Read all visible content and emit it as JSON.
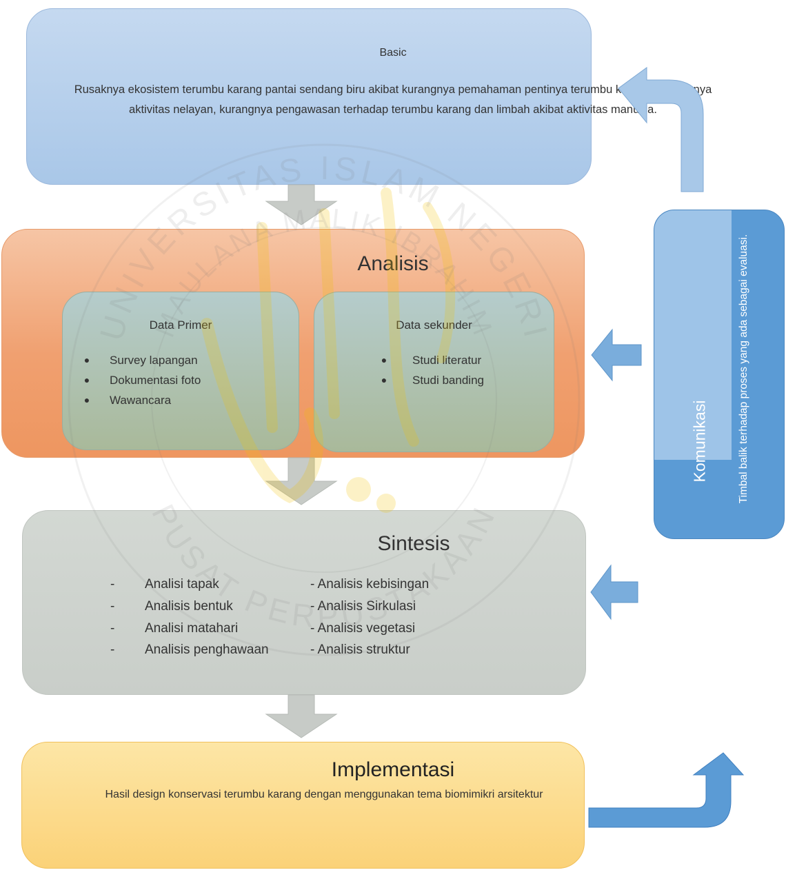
{
  "basic": {
    "title": "Basic",
    "description": "Rusaknya ekosistem terumbu karang pantai sendang biru akibat kurangnya pemahaman pentinya terumbu karang, banyaknya aktivitas nelayan, kurangnya pengawasan terhadap terumbu karang dan limbah akibat aktivitas manusia."
  },
  "analisis": {
    "title": "Analisis",
    "primer": {
      "title": "Data Primer",
      "items": [
        "Survey lapangan",
        "Dokumentasi foto",
        "Wawancara"
      ]
    },
    "sekunder": {
      "title": "Data sekunder",
      "items": [
        "Studi literatur",
        "Studi banding"
      ]
    }
  },
  "sintesis": {
    "title": "Sintesis",
    "left_items": [
      "Analisi tapak",
      "Analisis bentuk",
      "Analisi matahari",
      "Analisis penghawaan"
    ],
    "right_items": [
      "- Analisis kebisingan",
      "- Analisis Sirkulasi",
      "- Analisis vegetasi",
      "- Analisis struktur"
    ]
  },
  "implementasi": {
    "title": "Implementasi",
    "description": "Hasil design konservasi terumbu karang dengan menggunakan tema biomimikri arsitektur"
  },
  "komunikasi": {
    "title": "Komunikasi",
    "feedback": "Timbal balik terhadap proses yang ada sebagai evaluasi."
  },
  "watermark": {
    "top_arc": "UNIVERSITAS ISLAM NEGERI",
    "middle_arc": "MAULANA MALIK IBRAHIM",
    "bottom_arc": "PUSAT PERPUSTAKAAN"
  },
  "colors": {
    "basic": "#a9c7e8",
    "analisis": "#f0a070",
    "data_boxes": "#b0c4b4",
    "sintesis": "#cdd2cd",
    "implementasi": "#fbd278",
    "komunikasi": "#5b9bd5",
    "komunikasi_light": "#9ec4e8",
    "down_arrows": "#c2c6c2",
    "side_arrows": "#7aaddc"
  }
}
